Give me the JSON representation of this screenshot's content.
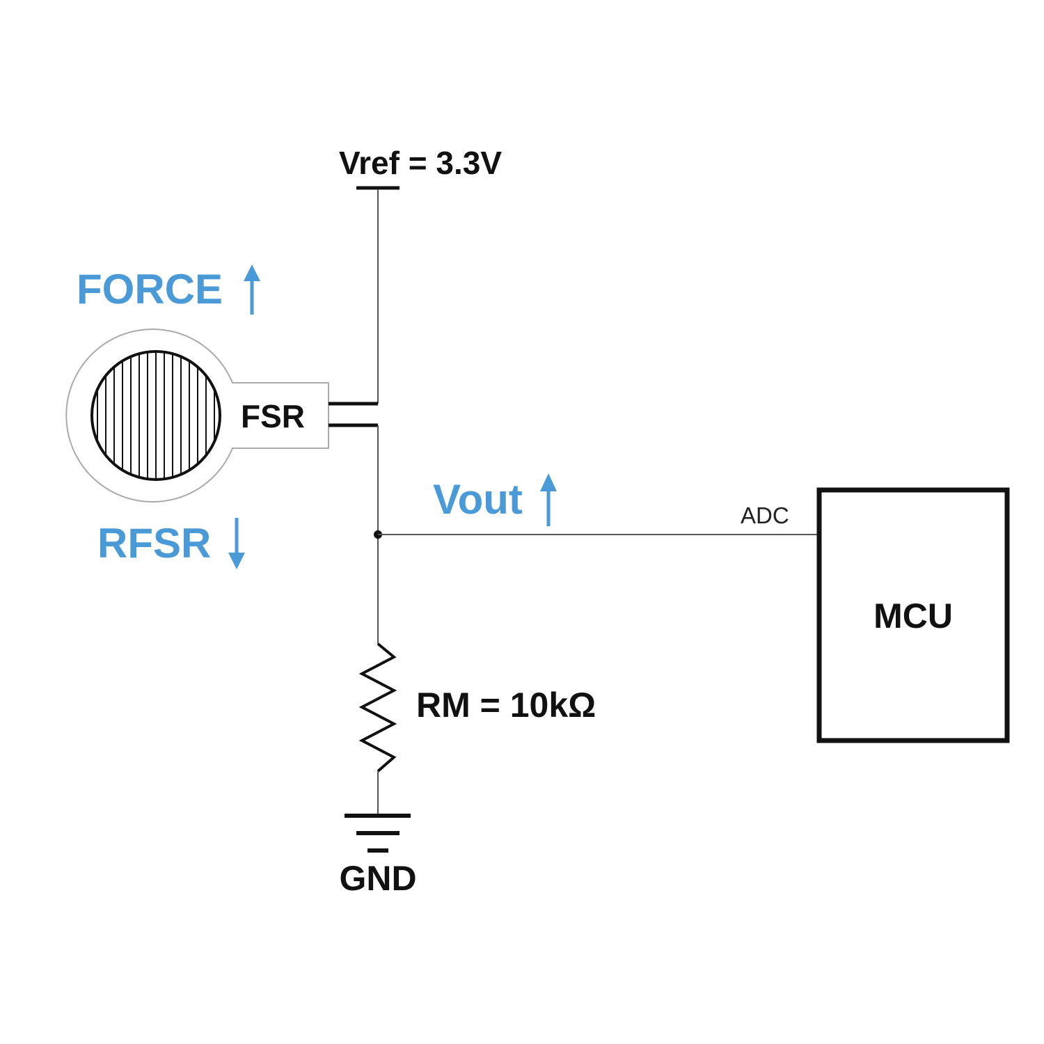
{
  "labels": {
    "vref": "Vref = 3.3V",
    "force": "FORCE",
    "fsr": "FSR",
    "rfsr": "RFSR",
    "vout": "Vout",
    "adc": "ADC",
    "mcu": "MCU",
    "rm": "RM = 10kΩ",
    "gnd": "GND"
  },
  "colors": {
    "accent": "#4a9ad8",
    "ink": "#111111",
    "wire": "#555555"
  },
  "icons": {
    "force_arrow": "arrow-up-icon",
    "rfsr_arrow": "arrow-down-icon",
    "vout_arrow": "arrow-up-icon"
  }
}
